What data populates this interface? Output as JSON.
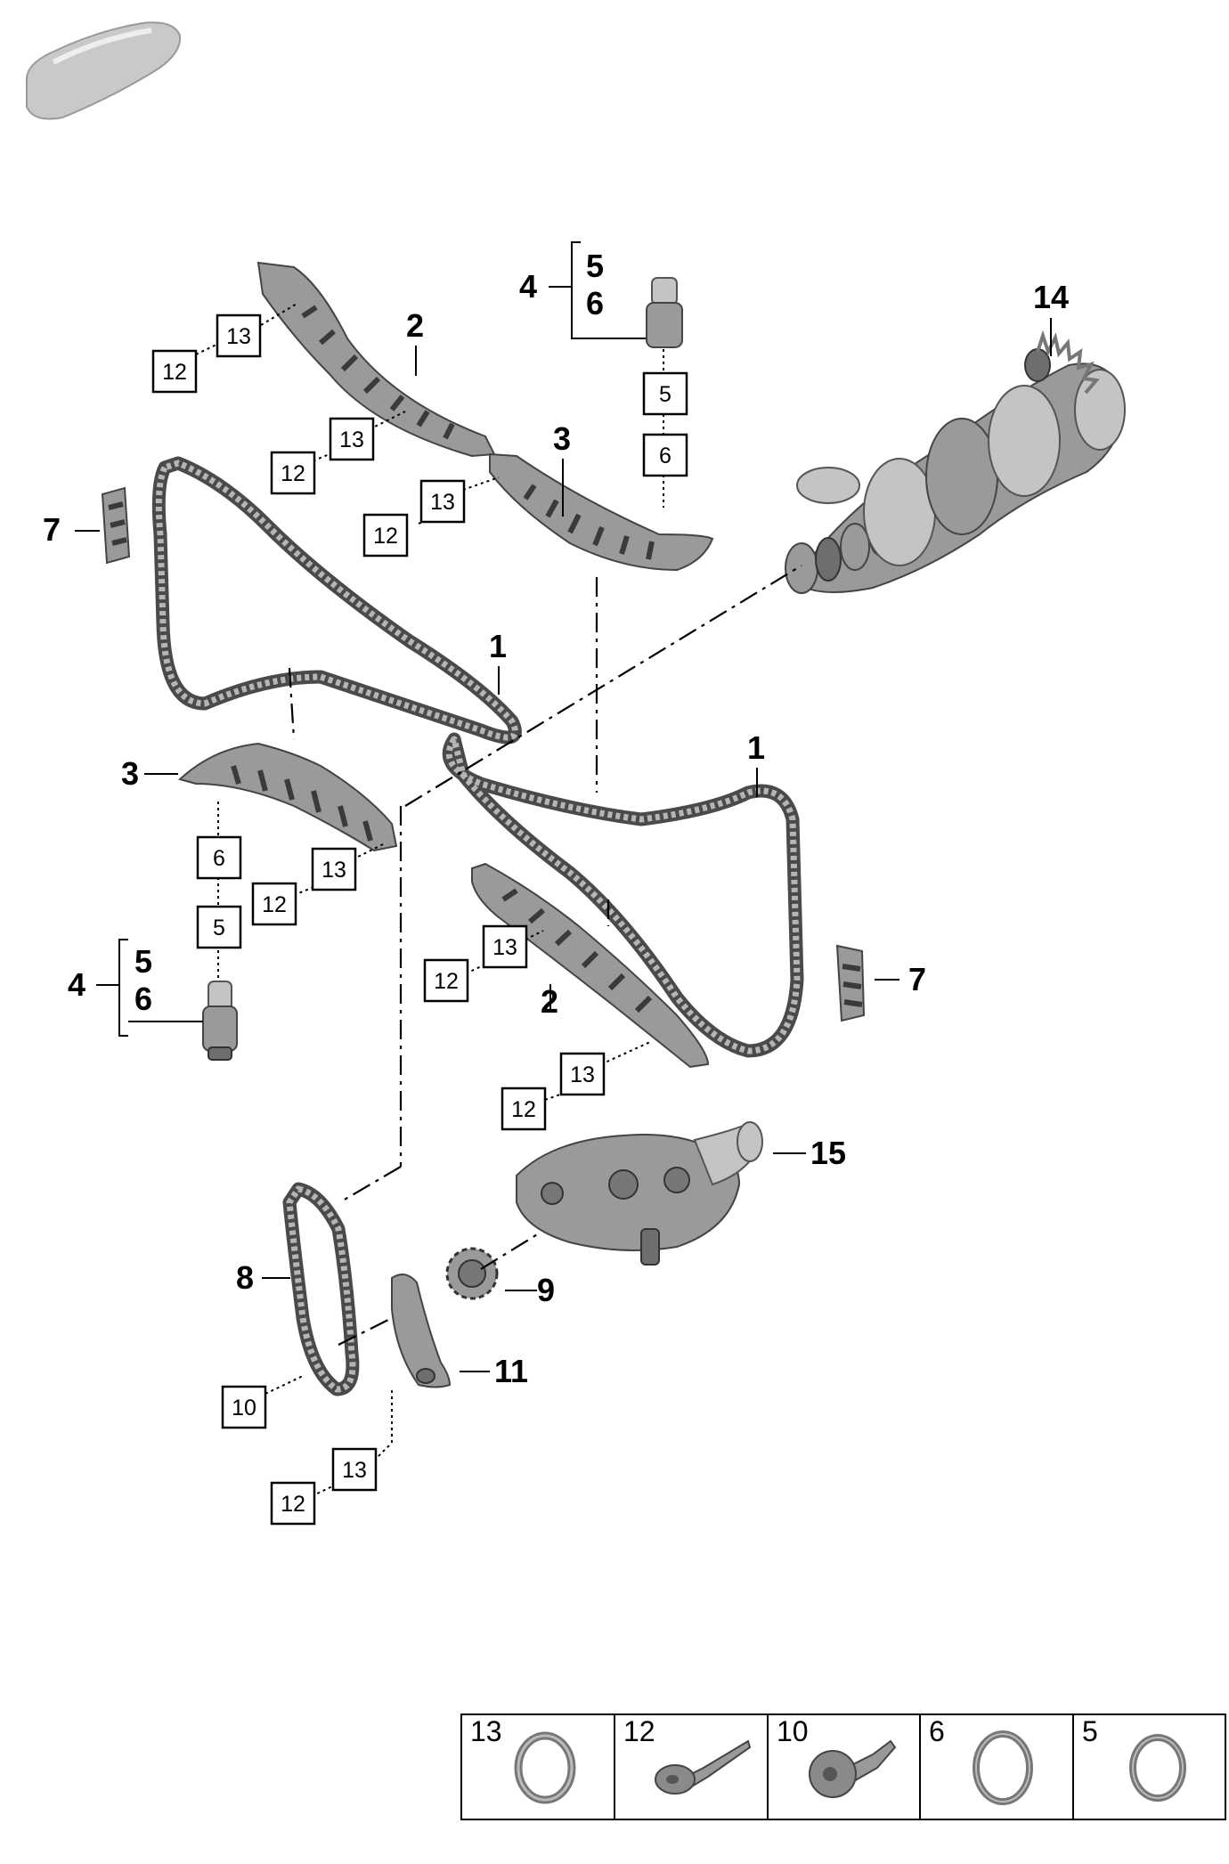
{
  "callouts": {
    "c1a": "1",
    "c1b": "1",
    "c2a": "2",
    "c2b": "2",
    "c3a": "3",
    "c3b": "3",
    "c4a": "4",
    "c4a5": "5",
    "c4a6": "6",
    "c4b": "4",
    "c4b5": "5",
    "c4b6": "6",
    "c7a": "7",
    "c7b": "7",
    "c8": "8",
    "c9": "9",
    "c11": "11",
    "c14": "14",
    "c15": "15"
  },
  "boxes": {
    "b13a": "13",
    "b12a": "12",
    "b13b": "13",
    "b12b": "12",
    "b13c": "13",
    "b12c": "12",
    "b5a": "5",
    "b6a": "6",
    "b6b": "6",
    "b5b": "5",
    "b13d": "13",
    "b12d": "12",
    "b13e": "13",
    "b12e": "12",
    "b13f": "13",
    "b12f": "12",
    "b10": "10",
    "b13g": "13",
    "b12g": "12"
  },
  "legend": [
    {
      "label": "13",
      "icon": "o-ring-icon"
    },
    {
      "label": "12",
      "icon": "bolt-icon"
    },
    {
      "label": "10",
      "icon": "torx-bolt-icon"
    },
    {
      "label": "6",
      "icon": "seal-ring-icon"
    },
    {
      "label": "5",
      "icon": "seal-ring-icon"
    }
  ]
}
